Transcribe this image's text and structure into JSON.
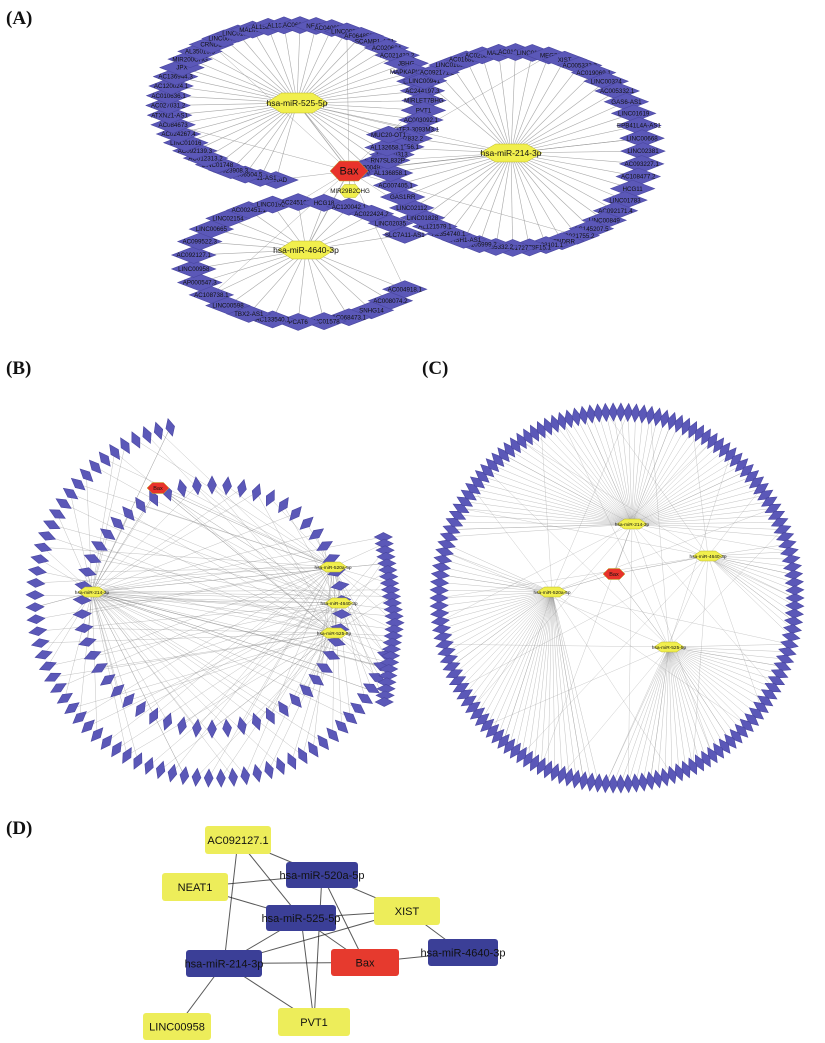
{
  "panels": {
    "A": {
      "label": "(A)"
    },
    "B": {
      "label": "(B)"
    },
    "C": {
      "label": "(C)"
    },
    "D": {
      "label": "(D)"
    }
  },
  "colors": {
    "lncrna": "#5b58b8",
    "mirna": "#f1ef4d",
    "gene": "#e8332b",
    "edge": "#8a8a8a",
    "d_mirna": "#3b3f97",
    "d_lncrna": "#eded5a",
    "d_gene": "#e63a2e"
  },
  "panelA": {
    "gene": {
      "label": "Bax"
    },
    "mirnas": [
      "hsa-miR-525-5p",
      "hsa-miR-214-3p",
      "hsa-miR-4640-3p",
      "MIR29B2CHG"
    ],
    "lncrnas": [
      "NORAD",
      "PCF11-AS1",
      "AC006504.5",
      "AC023908.3",
      "LINC01748",
      "AC012313.2",
      "AC092139.3",
      "LINC01016",
      "AC024267.4",
      "AC084673",
      "ATXN21-AS1",
      "AC027031.2",
      "AC010636.1",
      "AC120024.1",
      "AC136944.3",
      "JPX",
      "MIR200CHG",
      "AL35015.3",
      "CRNDE",
      "LINC00461",
      "LINC01872",
      "MALINC1",
      "AL158152.1",
      "AL132655.1",
      "AC068338.3",
      "NEAT1",
      "AC040977.1",
      "LINC00240",
      "AF064858.1",
      "SCAMP1-AS1",
      "AC020634",
      "AC021432.2",
      "JBHG",
      "MAPKAPK5-AS1",
      "LINC01234",
      "AC244197.3",
      "MIRLET7BHG",
      "PVT1",
      "AC003092.1",
      "GTF3-3093M3.1",
      "Z97832.2",
      "AC004556.1",
      "LINC00313",
      "AC083806.2",
      "AC120049.1",
      "LINC01070",
      "LINC00941",
      "AC092171.2",
      "LINC01605",
      "AC016831.1",
      "AC025868.1",
      "MALAT1",
      "AC010245.2",
      "LINC01089",
      "MEG3",
      "XIST",
      "AC005332.3",
      "AC019069.1",
      "LINC00324",
      "AC005332.1",
      "GAS6-AS1",
      "LINC01619",
      "EPB41L4A-AS1",
      "LINC00668",
      "LINC02381",
      "AC093227.1",
      "AC108477.2",
      "HCG11",
      "LINC01783",
      "AC092171.4",
      "LINC00849",
      "AC145207.5",
      "AC021755.2",
      "FENDRR",
      "AP003101.1",
      "RP5-1178F15.1",
      "LINC01727",
      "AC005332.2",
      "AC105999.2",
      "MASH1-AS1",
      "AL354740.1",
      "AL121579.1",
      "LINC01828",
      "LINC02112",
      "GAS1RR",
      "AC007405.1",
      "AL136858.1",
      "RN7SL832P",
      "AL132658.1",
      "MUC20-OT1",
      "AC004918.1",
      "AC008074.2",
      "SNHG14",
      "AC068473.1",
      "LINC01578",
      "PCAT6",
      "AC133540.1",
      "TBX2-AS1",
      "LINC00598",
      "AC108738.1",
      "AP000547.3",
      "LINC00958",
      "AC092127.1",
      "AC099522.3",
      "LINC00665",
      "LINC02154",
      "AC002451.1",
      "LINC01929",
      "AC245100.7",
      "HCG18",
      "AC120042.1",
      "AC022424.2",
      "LINC02035",
      "SLC7A11-AS1"
    ]
  },
  "panelD": {
    "nodes": {
      "ac092127": "AC092127.1",
      "mir520a": "hsa-miR-520a-5p",
      "neat1": "NEAT1",
      "mir525": "hsa-miR-525-5p",
      "xist": "XIST",
      "mir214": "hsa-miR-214-3p",
      "bax": "Bax",
      "mir4640": "hsa-miR-4640-3p",
      "linc00958": "LINC00958",
      "pvt1": "PVT1"
    }
  },
  "panelB": {
    "gene": "Bax",
    "mirnas": [
      "hsa-miR-214-3p",
      "hsa-miR-520a-5p",
      "hsa-miR-4640-3p",
      "hsa-miR-525-5p"
    ]
  },
  "panelC": {
    "gene": "Bax",
    "mirnas": [
      "hsa-miR-214-3p",
      "hsa-miR-4640-3p",
      "hsa-miR-520a-5p",
      "hsa-miR-525-5p"
    ]
  }
}
